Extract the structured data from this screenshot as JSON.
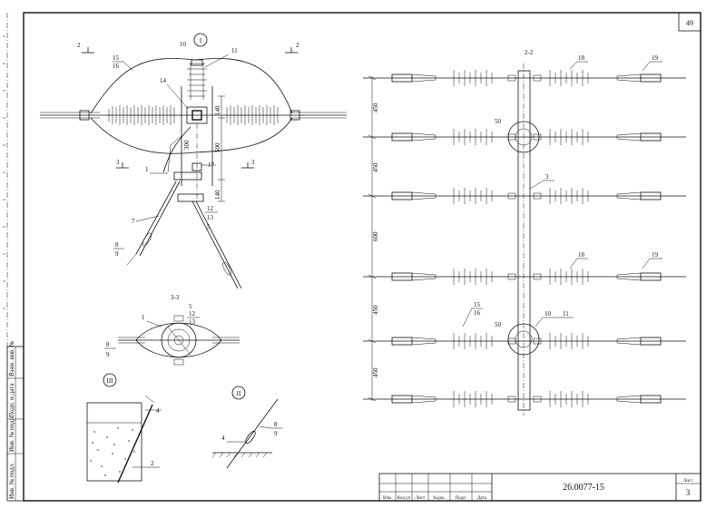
{
  "frame": {
    "sheet_number": "49"
  },
  "stamp": {
    "left_1": "Взам. инв. №",
    "left_2": "Подп. и дата",
    "left_3": "Инв. № подл.",
    "left_4": "Инв. № подл."
  },
  "title_block": {
    "cols": [
      "Изм.",
      "Кол.уч",
      "Лист",
      "№док.",
      "Подп.",
      "Дата"
    ],
    "code": "26.0077-15",
    "sheet_label": "Лист",
    "sheet_value": "3"
  },
  "front_view": {
    "dims": [
      "140",
      "500",
      "140",
      "300"
    ],
    "section_2": "2",
    "section_3": "3",
    "callout_I": "I",
    "labels": {
      "p10": "10",
      "p11": "11",
      "p15": "15",
      "p16": "16",
      "p14": "14",
      "p1": "1",
      "p17": "17",
      "p12": "12",
      "p13": "13",
      "p5": "5",
      "p7": "7",
      "p8": "8",
      "p9": "9"
    }
  },
  "section_3_3": {
    "title": "3-3",
    "labels": {
      "p1": "1",
      "p5": "5",
      "p12": "12",
      "p13": "13",
      "p8": "8",
      "p9": "9"
    }
  },
  "detail_III": {
    "callout": "III",
    "labels": {
      "p4": "4",
      "p2": "2"
    }
  },
  "detail_II": {
    "callout": "II",
    "labels": {
      "p8": "8",
      "p9": "9",
      "p4": "4"
    }
  },
  "section_2_2": {
    "title": "2-2",
    "dims": [
      "450",
      "450",
      "600",
      "450",
      "450"
    ],
    "labels": {
      "p18": "18",
      "p19": "19",
      "p50": "50",
      "p3": "3",
      "p15": "15",
      "p16": "16",
      "p10": "10",
      "p11": "11"
    }
  }
}
